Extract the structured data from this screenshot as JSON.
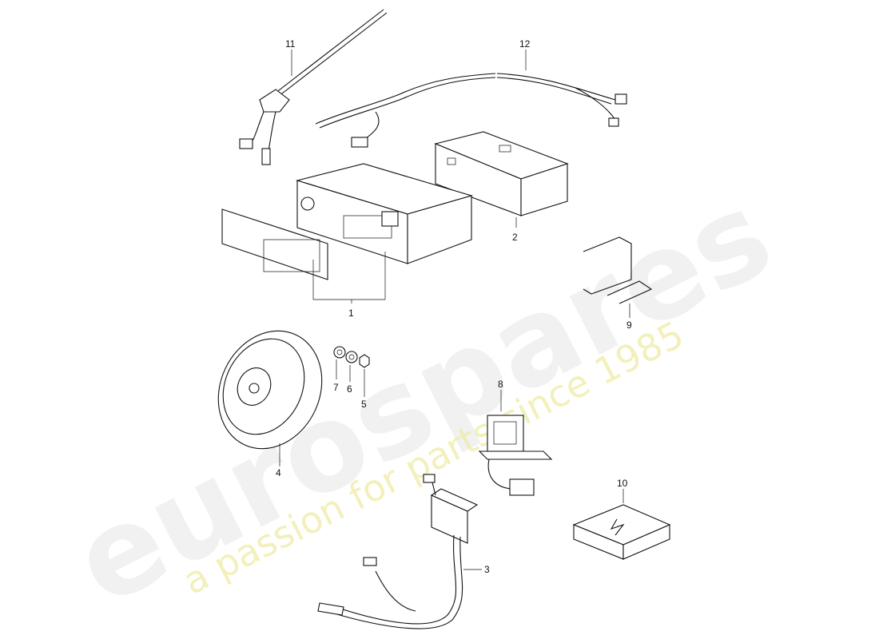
{
  "watermark": {
    "brand": "eurospares",
    "tagline": "a passion for parts since 1985",
    "tagline_color": "#eeeaa0"
  },
  "callouts": [
    {
      "id": "1",
      "part": "radio unit with face plate"
    },
    {
      "id": "2",
      "part": "mounting frame"
    },
    {
      "id": "3",
      "part": "antenna amplifier cable"
    },
    {
      "id": "4",
      "part": "loudspeaker"
    },
    {
      "id": "5",
      "part": "nut"
    },
    {
      "id": "6",
      "part": "washer"
    },
    {
      "id": "7",
      "part": "washer"
    },
    {
      "id": "8",
      "part": "transformer"
    },
    {
      "id": "9",
      "part": "bracket"
    },
    {
      "id": "10",
      "part": "electrical package"
    },
    {
      "id": "11",
      "part": "antenna"
    },
    {
      "id": "12",
      "part": "antenna cable"
    }
  ]
}
